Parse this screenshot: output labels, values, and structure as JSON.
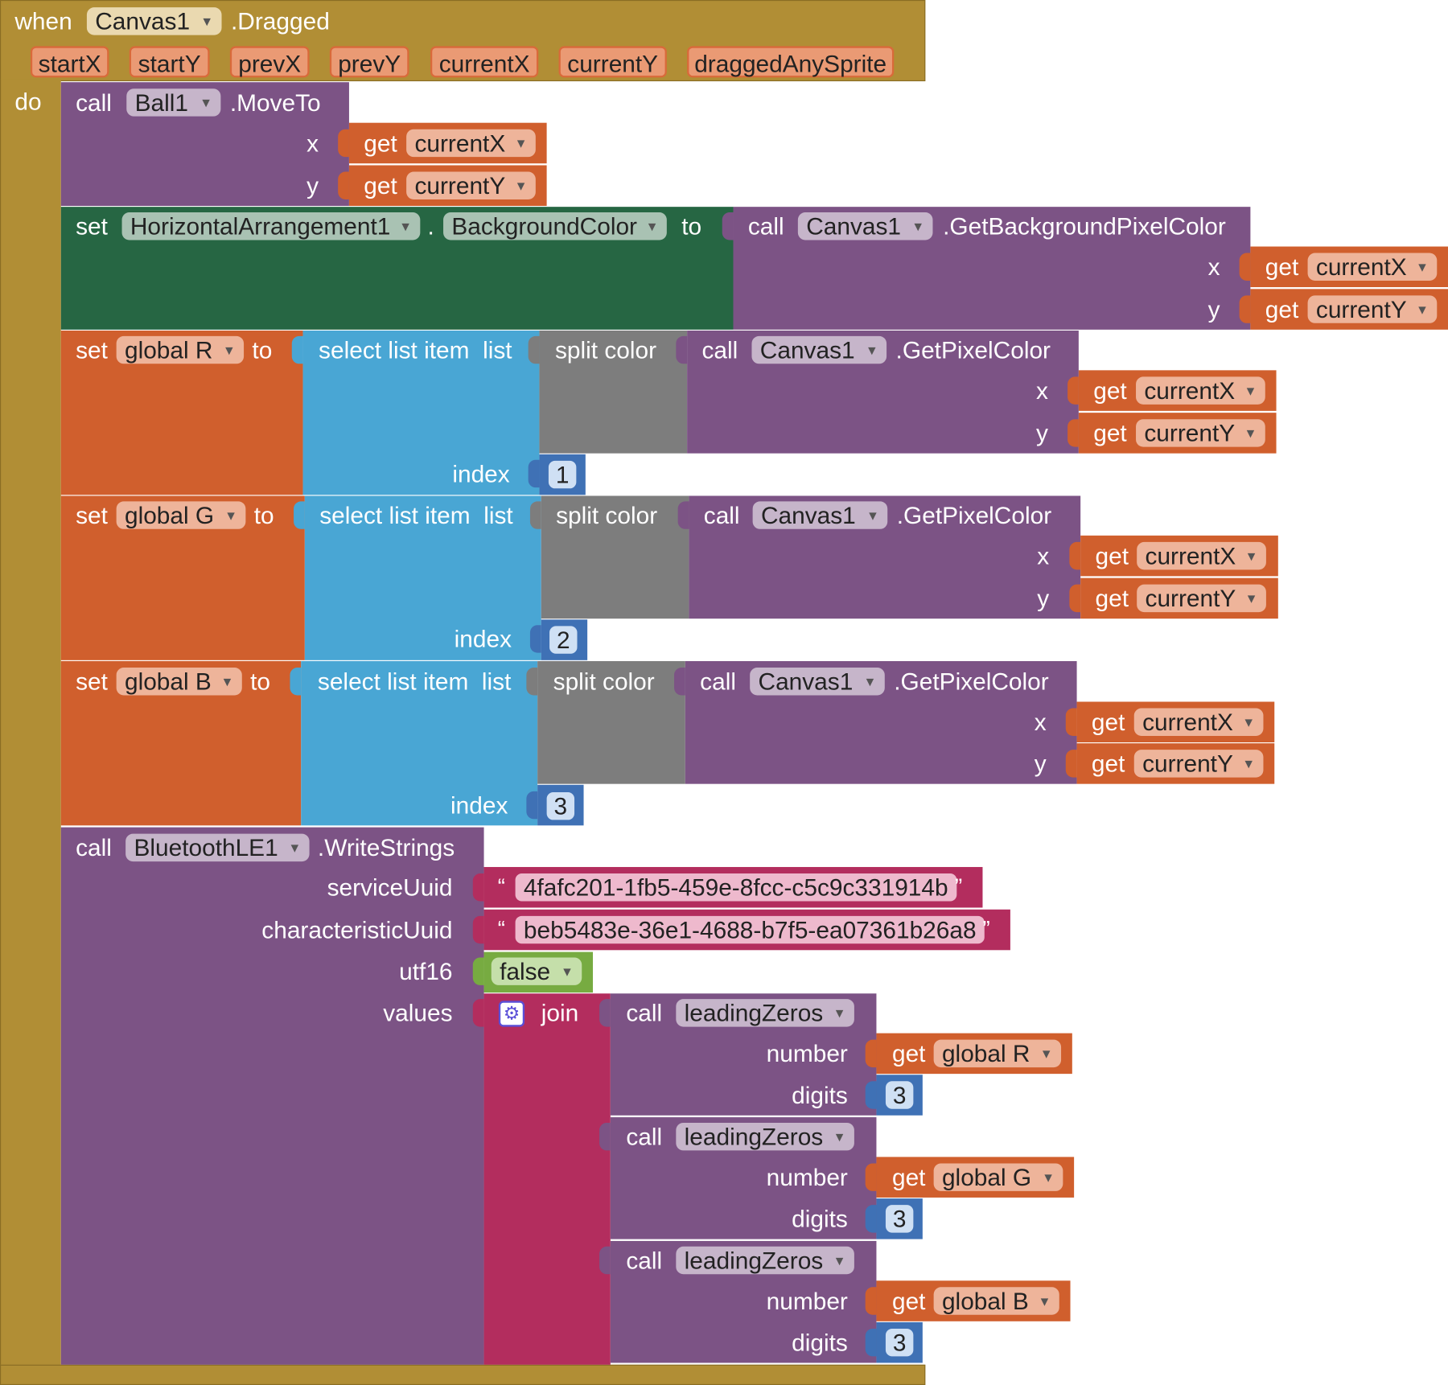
{
  "event": {
    "when_label": "when",
    "component": "Canvas1",
    "event_name": ".Dragged",
    "do_label": "do",
    "params": [
      "startX",
      "startY",
      "prevX",
      "prevY",
      "currentX",
      "currentY",
      "draggedAnySprite"
    ]
  },
  "common": {
    "call": "call",
    "get": "get",
    "set": "set",
    "to": "to",
    "x": "x",
    "y": "y",
    "dot": ".",
    "open_quote": "“",
    "close_quote": "”"
  },
  "move_to": {
    "component": "Ball1",
    "method": ".MoveTo",
    "x_var": "currentX",
    "y_var": "currentY"
  },
  "set_bg": {
    "component": "HorizontalArrangement1",
    "property": "BackgroundColor",
    "call_component": "Canvas1",
    "call_method": ".GetBackgroundPixelColor",
    "x_var": "currentX",
    "y_var": "currentY"
  },
  "set_globals": [
    {
      "var": "global R",
      "select_label": "select list item  list",
      "split_label": "split color",
      "component": "Canvas1",
      "method": ".GetPixelColor",
      "x_var": "currentX",
      "y_var": "currentY",
      "index_label": "index",
      "index": "1"
    },
    {
      "var": "global G",
      "select_label": "select list item  list",
      "split_label": "split color",
      "component": "Canvas1",
      "method": ".GetPixelColor",
      "x_var": "currentX",
      "y_var": "currentY",
      "index_label": "index",
      "index": "2"
    },
    {
      "var": "global B",
      "select_label": "select list item  list",
      "split_label": "split color",
      "component": "Canvas1",
      "method": ".GetPixelColor",
      "x_var": "currentX",
      "y_var": "currentY",
      "index_label": "index",
      "index": "3"
    }
  ],
  "write": {
    "component": "BluetoothLE1",
    "method": ".WriteStrings",
    "service_label": "serviceUuid",
    "service_value": "4fafc201-1fb5-459e-8fcc-c5c9c331914b",
    "char_label": "characteristicUuid",
    "char_value": "beb5483e-36e1-4688-b7f5-ea07361b26a8",
    "utf16_label": "utf16",
    "utf16_value": "false",
    "values_label": "values",
    "join_label": "join",
    "gear_icon": "gear-icon",
    "leading": [
      {
        "method": "leadingZeros",
        "number_label": "number",
        "var": "global R",
        "digits_label": "digits",
        "digits": "3"
      },
      {
        "method": "leadingZeros",
        "number_label": "number",
        "var": "global G",
        "digits_label": "digits",
        "digits": "3"
      },
      {
        "method": "leadingZeros",
        "number_label": "number",
        "var": "global B",
        "digits_label": "digits",
        "digits": "3"
      }
    ]
  },
  "colors": {
    "event": "#b18e35",
    "procedure": "#7c5385",
    "setter": "#266643",
    "variable": "#d05f2d",
    "list": "#49a6d4",
    "color": "#7d7d7d",
    "math": "#3f71b5",
    "text": "#b32d5e",
    "logic": "#77ab41"
  }
}
